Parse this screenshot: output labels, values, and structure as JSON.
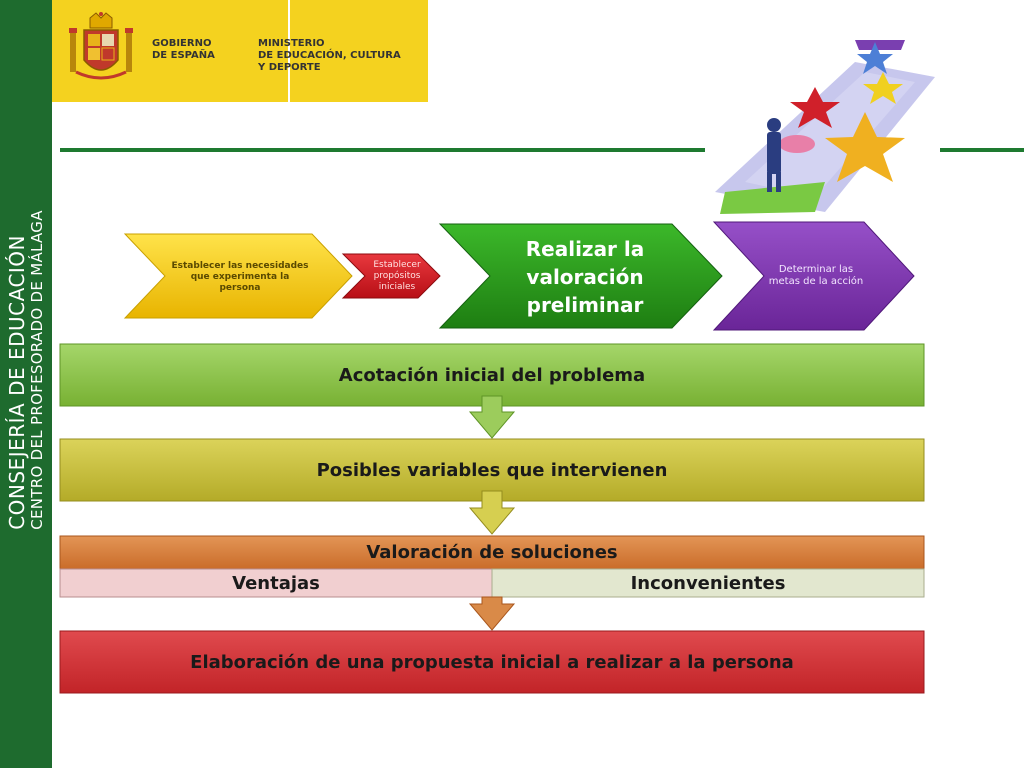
{
  "sidebar": {
    "line1": "CONSEJERÍA DE EDUCACIÓN",
    "line2": "CENTRO DEL PROFESORADO DE MÁLAGA"
  },
  "header": {
    "gobierno": [
      "GOBIERNO",
      "DE ESPAÑA"
    ],
    "ministerio": [
      "MINISTERIO",
      "DE EDUCACIÓN, CULTURA",
      "Y DEPORTE"
    ]
  },
  "steps": [
    {
      "label": "Establecer las necesidades que experimenta la persona",
      "color": "#f2c200"
    },
    {
      "label": "Establecer propósitos iniciales",
      "color": "#d0161d"
    },
    {
      "label": "Realizar la valoración preliminar",
      "color": "#2a9a1c"
    },
    {
      "label": "Determinar las metas de la acción",
      "color": "#7a2fb0"
    }
  ],
  "bands": [
    {
      "label": "Acotación inicial del problema",
      "color": "#8cc63f"
    },
    {
      "label": "Posibles variables que intervienen",
      "color": "#c8c23c"
    },
    {
      "label": "Valoración de soluciones",
      "color": "#d57e3c"
    },
    {
      "label": "Elaboración de una propuesta inicial a realizar a la persona",
      "color": "#d63236"
    }
  ],
  "sub_bands": [
    {
      "label": "Ventajas",
      "color": "#f1cfd0"
    },
    {
      "label": "Inconvenientes",
      "color": "#e2e7cf"
    }
  ]
}
